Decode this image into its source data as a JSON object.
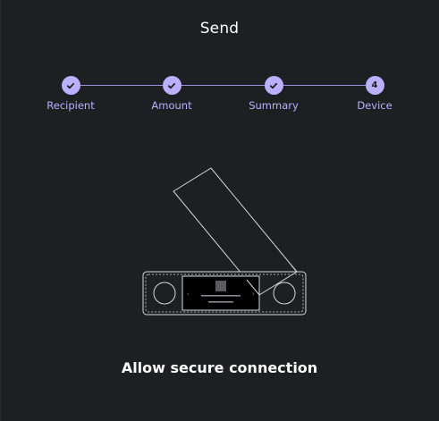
{
  "modal": {
    "title": "Send"
  },
  "stepper": {
    "steps": [
      {
        "label": "Recipient",
        "state": "done",
        "icon": "check-icon"
      },
      {
        "label": "Amount",
        "state": "done",
        "icon": "check-icon"
      },
      {
        "label": "Summary",
        "state": "done",
        "icon": "check-icon"
      },
      {
        "label": "Device",
        "state": "current",
        "number": "4"
      }
    ]
  },
  "device": {
    "icon": "hardware-wallet-illustration"
  },
  "caption": "Allow secure connection",
  "colors": {
    "background": "#1e1f23",
    "accent": "#bbb0ff",
    "text": "#ffffff"
  }
}
